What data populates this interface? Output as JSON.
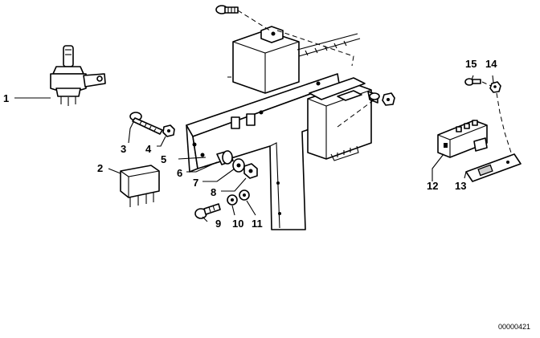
{
  "diagram": {
    "callouts": [
      {
        "id": "c1",
        "text": "1"
      },
      {
        "id": "c2",
        "text": "2"
      },
      {
        "id": "c3",
        "text": "3"
      },
      {
        "id": "c4",
        "text": "4"
      },
      {
        "id": "c5",
        "text": "5"
      },
      {
        "id": "c6",
        "text": "6"
      },
      {
        "id": "c7",
        "text": "7"
      },
      {
        "id": "c8",
        "text": "8"
      },
      {
        "id": "c9",
        "text": "9"
      },
      {
        "id": "c10",
        "text": "10"
      },
      {
        "id": "c11",
        "text": "11"
      },
      {
        "id": "c12",
        "text": "12"
      },
      {
        "id": "c13",
        "text": "13"
      },
      {
        "id": "c14",
        "text": "14"
      },
      {
        "id": "c15",
        "text": "15"
      }
    ],
    "reference_number": "00000421"
  }
}
